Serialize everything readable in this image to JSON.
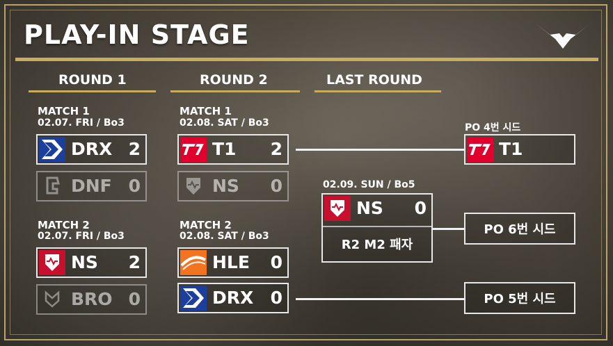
{
  "header": {
    "title": "PLAY-IN STAGE"
  },
  "rounds": [
    {
      "label": "ROUND 1"
    },
    {
      "label": "ROUND 2"
    },
    {
      "label": "LAST ROUND"
    }
  ],
  "round1": {
    "match1": {
      "label": "MATCH 1",
      "date": "02.07. FRI / Bo3",
      "team_a": {
        "name": "DRX",
        "score": "2",
        "logo": "drx-icon"
      },
      "team_b": {
        "name": "DNF",
        "score": "0",
        "logo": "dnf-icon"
      }
    },
    "match2": {
      "label": "MATCH 2",
      "date": "02.07. FRI / Bo3",
      "team_a": {
        "name": "NS",
        "score": "2",
        "logo": "ns-icon"
      },
      "team_b": {
        "name": "BRO",
        "score": "0",
        "logo": "bro-icon"
      }
    }
  },
  "round2": {
    "match1": {
      "label": "MATCH 1",
      "date": "02.08. SAT / Bo3",
      "team_a": {
        "name": "T1",
        "score": "2",
        "logo": "t1-icon"
      },
      "team_b": {
        "name": "NS",
        "score": "0",
        "logo": "ns-icon"
      }
    },
    "match2": {
      "label": "MATCH 2",
      "date": "02.08. SAT / Bo3",
      "team_a": {
        "name": "HLE",
        "score": "0",
        "logo": "hle-icon"
      },
      "team_b": {
        "name": "DRX",
        "score": "0",
        "logo": "drx-icon"
      }
    }
  },
  "last_round": {
    "date": "02.09. SUN / Bo5",
    "team": {
      "name": "NS",
      "score": "0",
      "logo": "ns-icon"
    },
    "opponent": "R2 M2 패자"
  },
  "seeds": {
    "seed4": {
      "label": "PO 4번 시드",
      "team": "T1",
      "logo": "t1-icon"
    },
    "seed6": {
      "label": "PO 6번 시드"
    },
    "seed5": {
      "label": "PO 5번 시드"
    }
  },
  "colors": {
    "gold": "#c8ad5e",
    "t1_red": "#e2012d",
    "drx_blue": "#1c3f9e",
    "hle_orange": "#f37321"
  }
}
